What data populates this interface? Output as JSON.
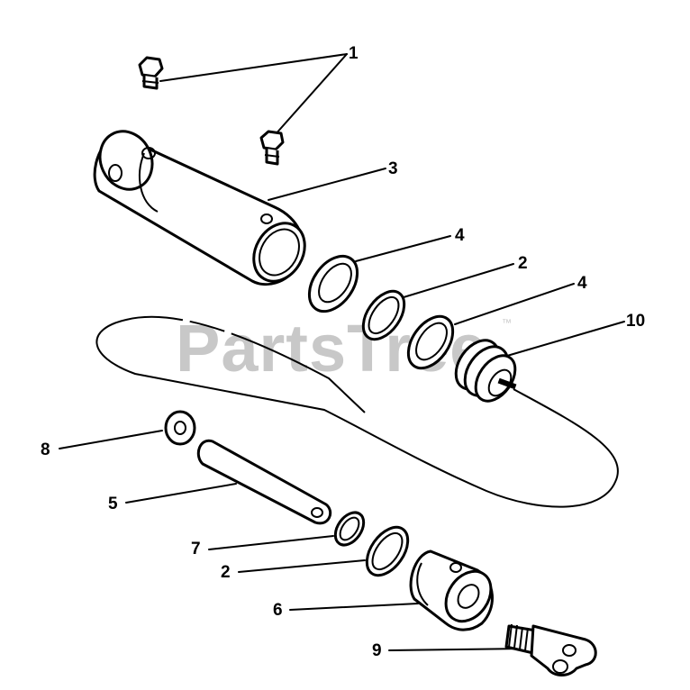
{
  "watermark": {
    "text": "PartsTree",
    "trademark": "™"
  },
  "callouts": [
    {
      "id": "c1",
      "label": "1"
    },
    {
      "id": "c3",
      "label": "3"
    },
    {
      "id": "c4a",
      "label": "4"
    },
    {
      "id": "c2a",
      "label": "2"
    },
    {
      "id": "c4b",
      "label": "4"
    },
    {
      "id": "c10",
      "label": "10"
    },
    {
      "id": "c8",
      "label": "8"
    },
    {
      "id": "c5",
      "label": "5"
    },
    {
      "id": "c7",
      "label": "7"
    },
    {
      "id": "c2b",
      "label": "2"
    },
    {
      "id": "c6",
      "label": "6"
    },
    {
      "id": "c9",
      "label": "9"
    }
  ]
}
